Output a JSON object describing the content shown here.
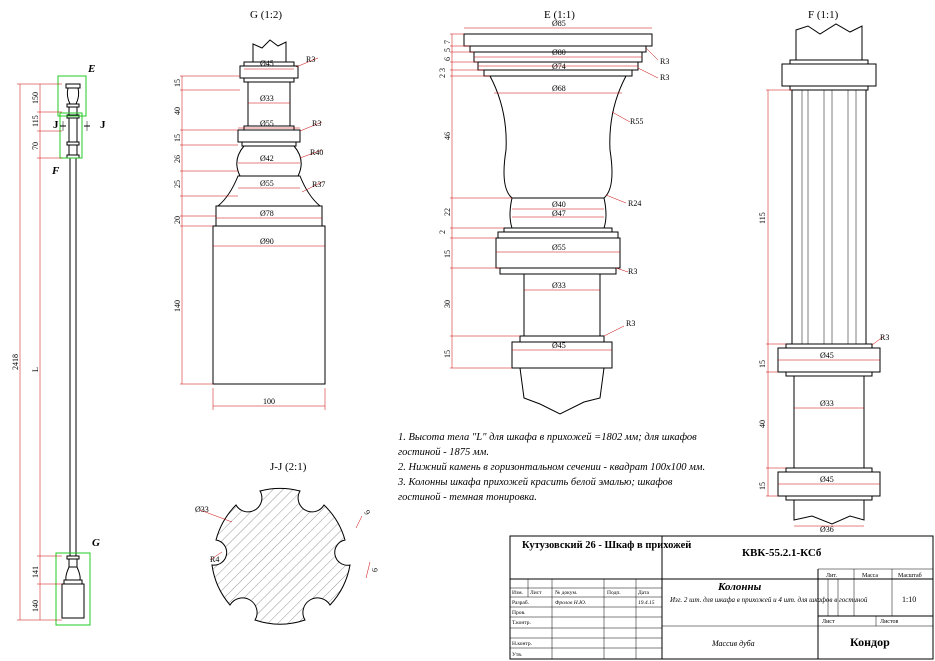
{
  "views": {
    "g_title": "G (1:2)",
    "e_title": "E (1:1)",
    "f_title": "F (1:1)",
    "jj_title": "J-J (2:1)",
    "marker_e": "E",
    "marker_f": "F",
    "marker_g": "G",
    "marker_j1": "J",
    "marker_j2": "J"
  },
  "overall": {
    "total": "2418",
    "body": "L",
    "top1": "150",
    "top2": "115",
    "top3": "70",
    "bot1": "141",
    "bot2": "140"
  },
  "g_dims": {
    "d45": "Ø45",
    "d33": "Ø33",
    "d55a": "Ø55",
    "d42": "Ø42",
    "d55b": "Ø55",
    "d78": "Ø78",
    "d90": "Ø90",
    "r3a": "R3",
    "r3b": "R3",
    "r40": "R40",
    "r37": "R37",
    "w100": "100",
    "v15a": "15",
    "v40": "40",
    "v15b": "15",
    "v26": "26",
    "v25": "25",
    "v20": "20",
    "v140": "140"
  },
  "e_dims": {
    "d85": "Ø85",
    "d80": "Ø80",
    "d74": "Ø74",
    "d68": "Ø68",
    "d40": "Ø40",
    "d47": "Ø47",
    "d55": "Ø55",
    "d33": "Ø33",
    "d45": "Ø45",
    "r3a": "R3",
    "r3b": "R3",
    "r55": "R55",
    "r24": "R24",
    "r3c": "R3",
    "r3d": "R3",
    "v7": "7",
    "v5": "5",
    "v6": "6",
    "v3": "3",
    "v2a": "2",
    "v46": "46",
    "v22": "22",
    "v2b": "2",
    "v15a": "15",
    "v30": "30",
    "v15b": "15"
  },
  "f_dims": {
    "d45a": "Ø45",
    "d33": "Ø33",
    "d45b": "Ø45",
    "d36": "Ø36",
    "r3": "R3",
    "v115": "115",
    "v15a": "15",
    "v40": "40",
    "v15b": "15"
  },
  "jj_dims": {
    "d33": "Ø33",
    "r4": "R4",
    "r9": "9",
    "v9": "9"
  },
  "notes": [
    "1. Высота тела \"L\" для шкафа в прихожей =1802 мм; для шкафов",
    "гостиной - 1875 мм.",
    "2. Нижний камень в горизонтальном сечении - квадрат 100x100 мм.",
    "3. Колонны шкафа прихожей красить белой эмалью; шкафов",
    "гостиной - темная тонировка."
  ],
  "titleblock": {
    "project": "Кутузовский 26 - Шкаф в прихожей",
    "code": "КВК-55.2.1-КСб",
    "part_name": "Колонны",
    "part_note": "Изг. 2 шт. для шкафа в прихожей и 4 шт. для шкафов в гостиной",
    "material": "Массив дуба",
    "company": "Кондор",
    "lit_label": "Лит.",
    "mass_label": "Масса",
    "scale_label": "Масштаб",
    "scale_value": "1:10",
    "sheet_label": "Лист",
    "sheets_label": "Листов",
    "col_izm": "Изм.",
    "col_list": "Лист",
    "col_doc": "№ докум.",
    "col_sign": "Подп.",
    "col_date": "Дата",
    "row_razrab": "Разраб.",
    "razrab_name": "Фролов Н.Ю.",
    "razrab_date": "19.4.15",
    "row_prov": "Пров.",
    "row_tkontr": "Т.контр.",
    "row_nkontr": "Н.контр.",
    "row_utv": "Утв."
  }
}
